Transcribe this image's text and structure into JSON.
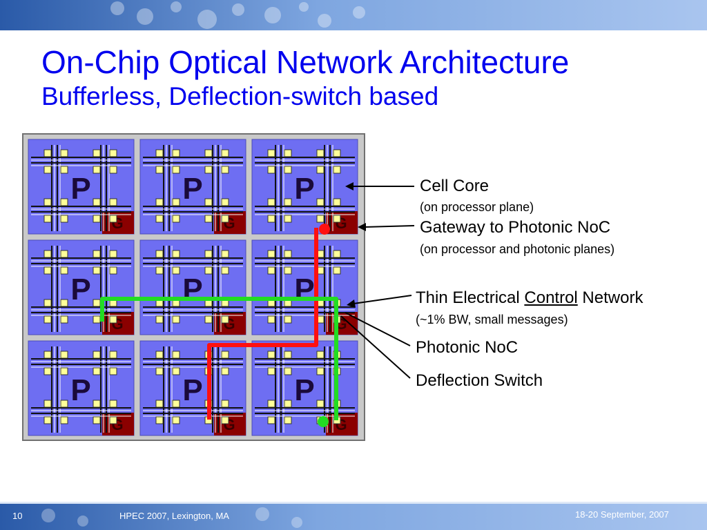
{
  "slide": {
    "title": "On-Chip Optical Network Architecture",
    "subtitle": "Bufferless, Deflection-switch based"
  },
  "grid": {
    "rows": 3,
    "cols": 3,
    "core_label": "P",
    "gateway_label": "G"
  },
  "annotations": {
    "cell_core": {
      "main": "Cell Core",
      "sub": "(on processor plane)"
    },
    "gateway": {
      "main": "Gateway to Photonic NoC",
      "sub": "(on processor and photonic planes)"
    },
    "control_network": {
      "main_before": "Thin Electrical ",
      "main_underlined": "Control",
      "main_after": " Network",
      "sub": "(~1% BW, small messages)"
    },
    "photonic_noc": {
      "main": "Photonic NoC"
    },
    "deflection_switch": {
      "main": "Deflection Switch"
    }
  },
  "footer": {
    "page_number": "10",
    "venue": "HPEC 2007, Lexington, MA",
    "date": "18-20 September, 2007"
  },
  "colors": {
    "title": "#0000ee",
    "tile_blue": "#6e6ef2",
    "gateway": "#8b0000",
    "switch": "#ffff99",
    "red_path": "#ff1010",
    "green_path": "#22dd22"
  }
}
